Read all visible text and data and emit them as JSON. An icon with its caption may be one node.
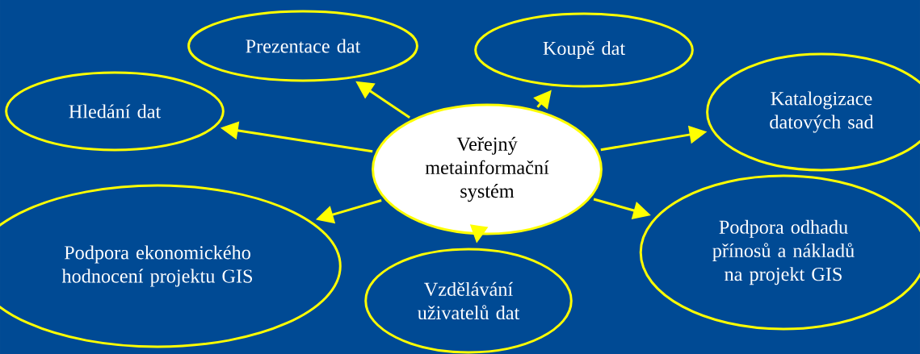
{
  "diagram": {
    "nodes": [
      {
        "text": [
          "Veřejný metainformační systém"
        ]
      },
      {
        "text": [
          "Prezentace dat"
        ]
      },
      {
        "text": [
          "Koupě dat"
        ]
      },
      {
        "text": [
          "Hledání dat"
        ]
      },
      {
        "text": [
          "Katalogizace datových sad"
        ]
      },
      {
        "text": [
          "Podpora ekonomického hodnocení projektu GIS"
        ]
      },
      {
        "text": [
          "Vzdělávání uživatelů dat"
        ]
      },
      {
        "text": [
          "Podpora odhadu přínosů a nákladů na projekt GIS"
        ]
      }
    ],
    "edges": [
      {
        "from": 0,
        "to": 1,
        "arrow": "to"
      },
      {
        "from": 0,
        "to": 2,
        "arrow": "to"
      },
      {
        "from": 0,
        "to": 3,
        "arrow": "to"
      },
      {
        "from": 0,
        "to": 4,
        "arrow": "to"
      },
      {
        "from": 0,
        "to": 5,
        "arrow": "to"
      },
      {
        "from": 0,
        "to": 6,
        "arrow": "to"
      },
      {
        "from": 0,
        "to": 7,
        "arrow": "to"
      }
    ]
  }
}
